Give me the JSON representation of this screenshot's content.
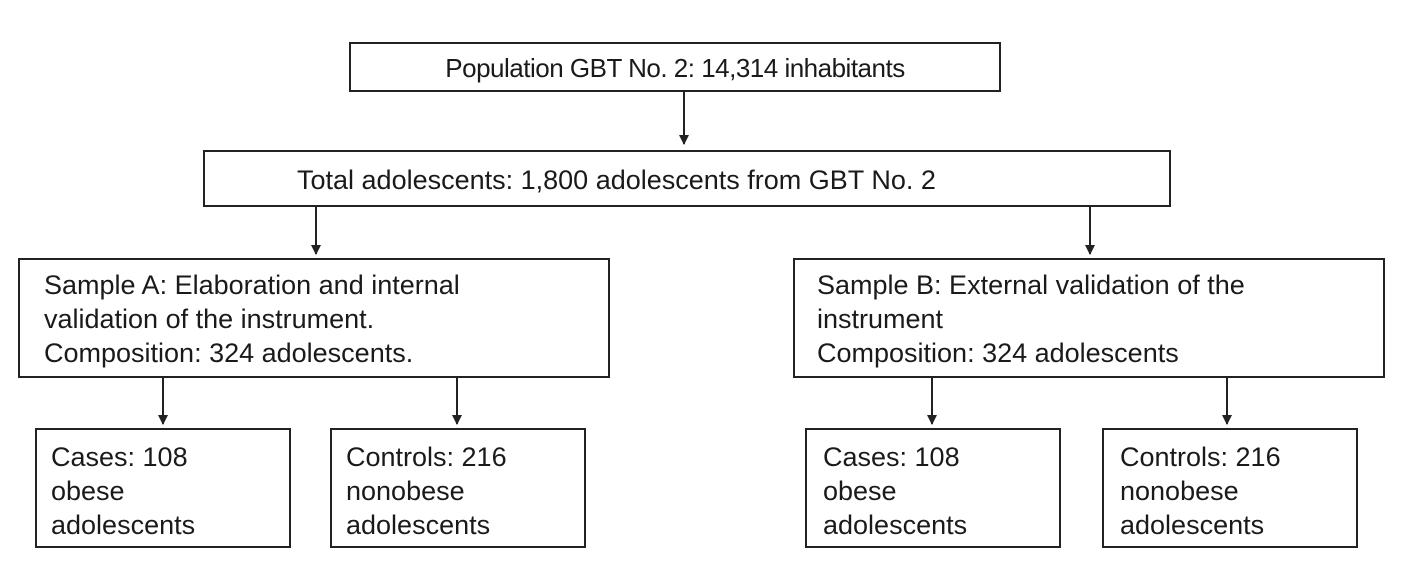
{
  "diagram": {
    "population": "Population GBT No. 2: 14,314 inhabitants",
    "total": "Total adolescents: 1,800 adolescents from GBT No. 2",
    "sample_a": {
      "line1": "Sample A: Elaboration and internal",
      "line2": "validation of the instrument.",
      "line3": "Composition: 324 adolescents.",
      "cases": {
        "line1": "Cases: 108",
        "line2": "obese",
        "line3": "adolescents"
      },
      "controls": {
        "line1": "Controls: 216",
        "line2": "nonobese",
        "line3": "adolescents"
      }
    },
    "sample_b": {
      "line1": "Sample B: External validation of the",
      "line2": "instrument",
      "line3": "Composition: 324 adolescents",
      "cases": {
        "line1": "Cases: 108",
        "line2": "obese",
        "line3": "adolescents"
      },
      "controls": {
        "line1": "Controls: 216",
        "line2": "nonobese",
        "line3": "adolescents"
      }
    },
    "colors": {
      "stroke": "#222222",
      "text": "#1a1a1a",
      "background": "#ffffff"
    }
  }
}
